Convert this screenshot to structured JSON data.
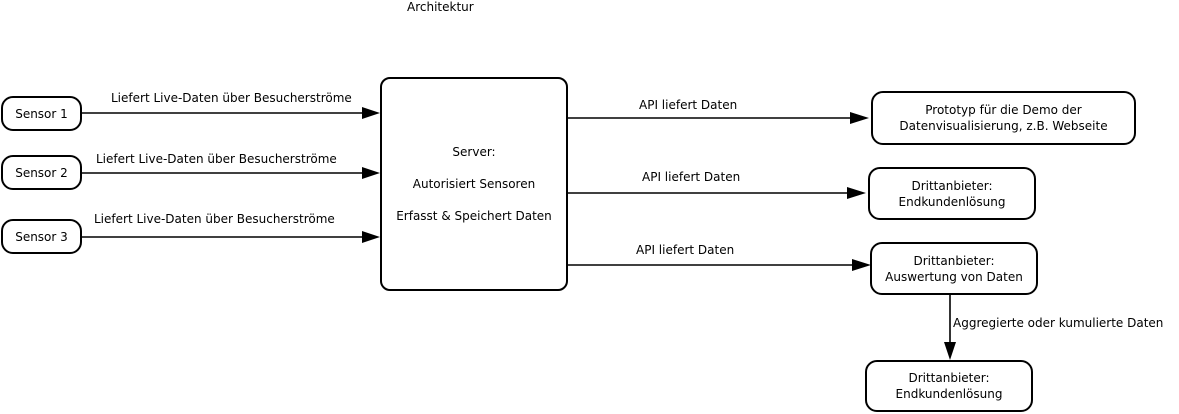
{
  "title": "Architektur",
  "sensors": [
    {
      "label": "Sensor 1",
      "edge": "Liefert Live-Daten über Besucherströme"
    },
    {
      "label": "Sensor 2",
      "edge": "Liefert Live-Daten über Besucherströme"
    },
    {
      "label": "Sensor 3",
      "edge": "Liefert Live-Daten über Besucherströme"
    }
  ],
  "server": {
    "line1": "Server:",
    "line2": "Autorisiert Sensoren",
    "line3": "Erfasst & Speichert Daten"
  },
  "consumers": [
    {
      "line1": "Prototyp für die Demo der",
      "line2": "Datenvisualisierung, z.B. Webseite",
      "edge": "API liefert Daten"
    },
    {
      "line1": "Drittanbieter:",
      "line2": "Endkundenlösung",
      "edge": "API liefert Daten"
    },
    {
      "line1": "Drittanbieter:",
      "line2": "Auswertung von Daten",
      "edge": "API liefert Daten"
    }
  ],
  "downstream": {
    "line1": "Drittanbieter:",
    "line2": "Endkundenlösung",
    "edge": "Aggregierte oder kumulierte Daten"
  }
}
